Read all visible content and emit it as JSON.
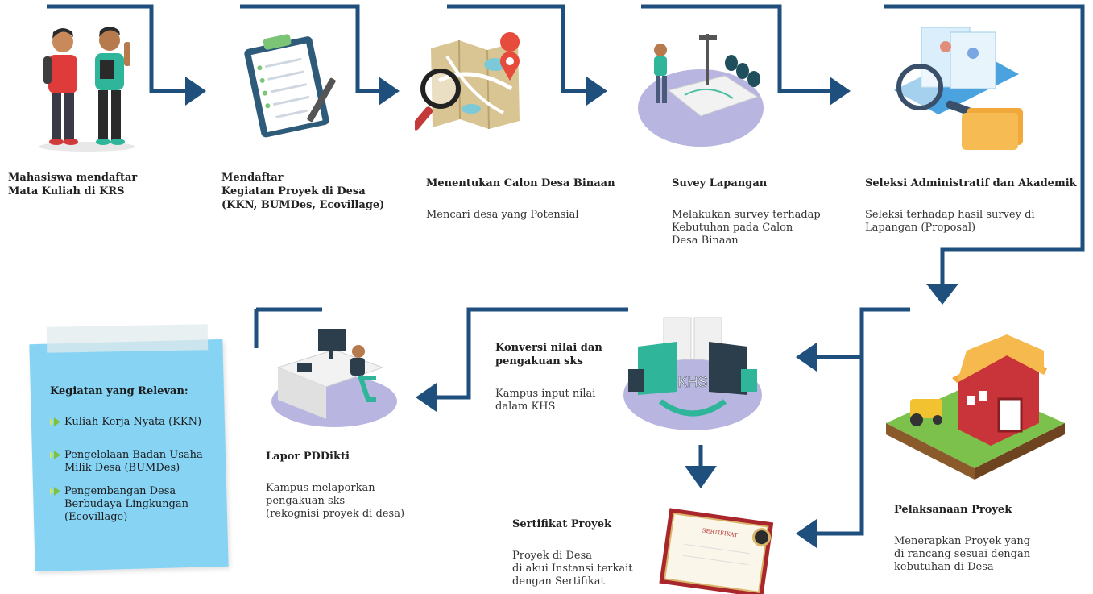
{
  "steps": [
    {
      "title": "Mahasiswa mendaftar\nMata Kuliah di KRS",
      "desc": ""
    },
    {
      "title": "Mendaftar\nKegiatan Proyek di Desa\n(KKN, BUMDes, Ecovillage)",
      "desc": ""
    },
    {
      "title": "Menentukan Calon Desa Binaan",
      "desc": "Mencari desa yang Potensial"
    },
    {
      "title": "Suvey Lapangan",
      "desc": "Melakukan survey terhadap\nKebutuhan pada Calon\nDesa Binaan"
    },
    {
      "title": "Seleksi Administratif dan Akademik",
      "desc": "Seleksi terhadap hasil survey di\nLapangan (Proposal)"
    },
    {
      "title": "Pelaksanaan Proyek",
      "desc": "Menerapkan Proyek yang\ndi rancang sesuai dengan\nkebutuhan di Desa"
    },
    {
      "title": "Konversi nilai dan\npengakuan sks",
      "desc": "Kampus input nilai\ndalam KHS"
    },
    {
      "title": "Lapor PDDikti",
      "desc": "Kampus melaporkan\npengakuan sks\n(rekognisi proyek di desa)"
    },
    {
      "title": "Sertifikat Proyek",
      "desc": "Proyek di Desa\ndi akui Instansi terkait\ndengan Sertifikat"
    }
  ],
  "khs_label": "KHS",
  "certificate_label": "SERTIFIKAT",
  "note": {
    "title": "Kegiatan yang Relevan:",
    "items": [
      "Kuliah Kerja Nyata (KKN)",
      "Pengelolaan Badan Usaha\nMilik Desa (BUMDes)",
      "Pengembangan Desa\nBerbudaya Lingkungan\n(Ecovillage)"
    ]
  },
  "colors": {
    "flow": "#1f4f7c",
    "note": "#86d3f4",
    "platform": "#b8b6e0",
    "bullet": "#7bc142"
  }
}
